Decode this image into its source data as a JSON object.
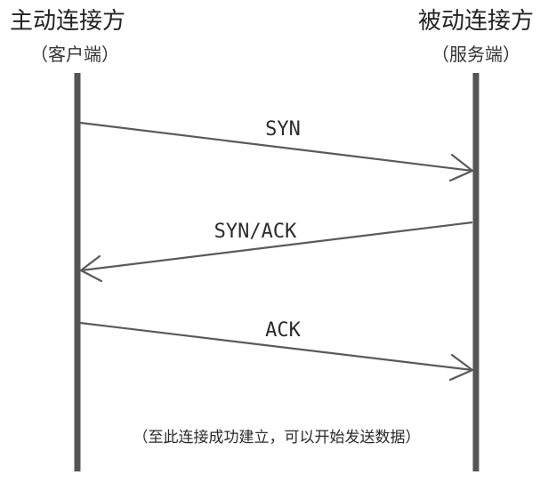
{
  "client": {
    "title": "主动连接方",
    "subtitle": "（客户端）"
  },
  "server": {
    "title": "被动连接方",
    "subtitle": "（服务端）"
  },
  "messages": [
    {
      "label": "SYN",
      "direction": "client-to-server"
    },
    {
      "label": "SYN/ACK",
      "direction": "server-to-client"
    },
    {
      "label": "ACK",
      "direction": "client-to-server"
    }
  ],
  "note": "（至此连接成功建立，可以开始发送数据）",
  "colors": {
    "lifeline": "#555555",
    "arrow": "#5a5a5a",
    "text": "#222222"
  }
}
